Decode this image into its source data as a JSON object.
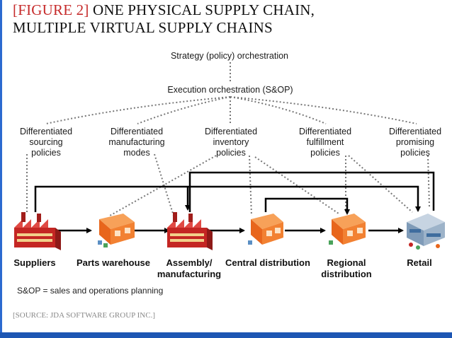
{
  "title": {
    "figure_tag": "[FIGURE 2]",
    "line1_rest": " ONE PHYSICAL SUPPLY CHAIN,",
    "line2": "MULTIPLE VIRTUAL SUPPLY CHAINS"
  },
  "orchestration": {
    "strategy": "Strategy (policy) orchestration",
    "execution": "Execution orchestration (S&OP)"
  },
  "policies": [
    {
      "line1": "Differentiated",
      "line2": "sourcing",
      "line3": "policies"
    },
    {
      "line1": "Differentiated",
      "line2": "manufacturing",
      "line3": "modes"
    },
    {
      "line1": "Differentiated",
      "line2": "inventory",
      "line3": "policies"
    },
    {
      "line1": "Differentiated",
      "line2": "fulfillment",
      "line3": "policies"
    },
    {
      "line1": "Differentiated",
      "line2": "promising",
      "line3": "policies"
    }
  ],
  "nodes": [
    {
      "line1": "Suppliers",
      "line2": "",
      "icon": "factory-icon"
    },
    {
      "line1": "Parts warehouse",
      "line2": "",
      "icon": "warehouse-icon"
    },
    {
      "line1": "Assembly/",
      "line2": "manufacturing",
      "icon": "factory-icon"
    },
    {
      "line1": "Central distribution",
      "line2": "",
      "icon": "warehouse-icon"
    },
    {
      "line1": "Regional",
      "line2": "distribution",
      "icon": "warehouse-icon"
    },
    {
      "line1": "Retail",
      "line2": "",
      "icon": "store-icon"
    }
  ],
  "footnote": "S&OP = sales and operations planning",
  "source": "[SOURCE: JDA SOFTWARE GROUP INC.]",
  "colors": {
    "figure_tag": "#c62b2b",
    "factory": "#d9302b",
    "warehouse": "#f07a2a",
    "store": "#6d8fb0",
    "arrow": "#000000",
    "dotted": "#777777",
    "accent_rule": "#1d56b3"
  }
}
